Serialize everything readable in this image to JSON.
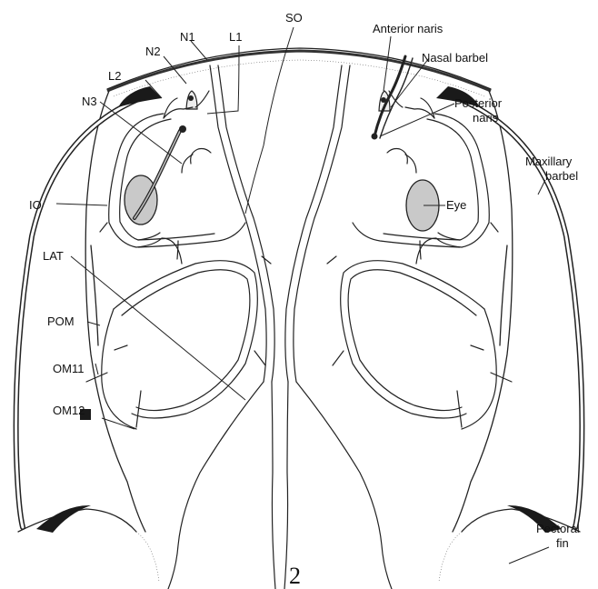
{
  "figure_number": "2",
  "labels": {
    "so": "SO",
    "n1": "N1",
    "l1": "L1",
    "n2": "N2",
    "l2": "L2",
    "n3": "N3",
    "io": "IO",
    "lat": "LAT",
    "pom": "POM",
    "om11": "OM11",
    "om12": "OM12",
    "anterior_naris": "Anterior naris",
    "nasal_barbel": "Nasal barbel",
    "posterior_naris_1": "Posterior",
    "posterior_naris_2": "naris",
    "maxillary_barbel_1": "Maxillary",
    "maxillary_barbel_2": "barbel",
    "eye": "Eye",
    "pectoral_fin_1": "Pectoral",
    "pectoral_fin_2": "fin"
  }
}
